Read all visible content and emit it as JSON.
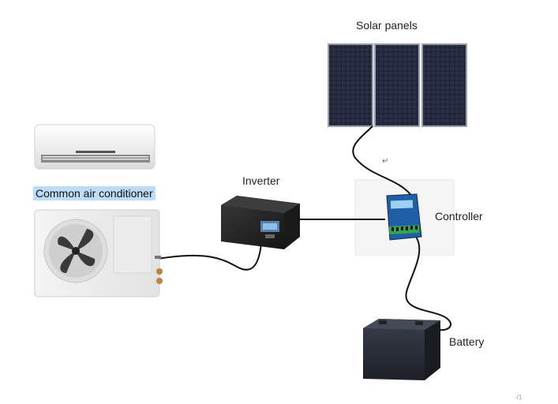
{
  "labels": {
    "solar_panels": "Solar panels",
    "inverter": "Inverter",
    "controller": "Controller",
    "battery": "Battery",
    "air_conditioner": "Common air conditioner"
  },
  "glyphs": {
    "return_mark": "↵",
    "corner_mark": "·/1"
  },
  "colors": {
    "ac_label_highlight": "#bcdcf8",
    "wire": "#111111",
    "panel_cell": "#1d2233",
    "controller_blue": "#1f5fa8",
    "terminal_green": "#2fa84a",
    "battery_body": "#2b2f3a"
  }
}
